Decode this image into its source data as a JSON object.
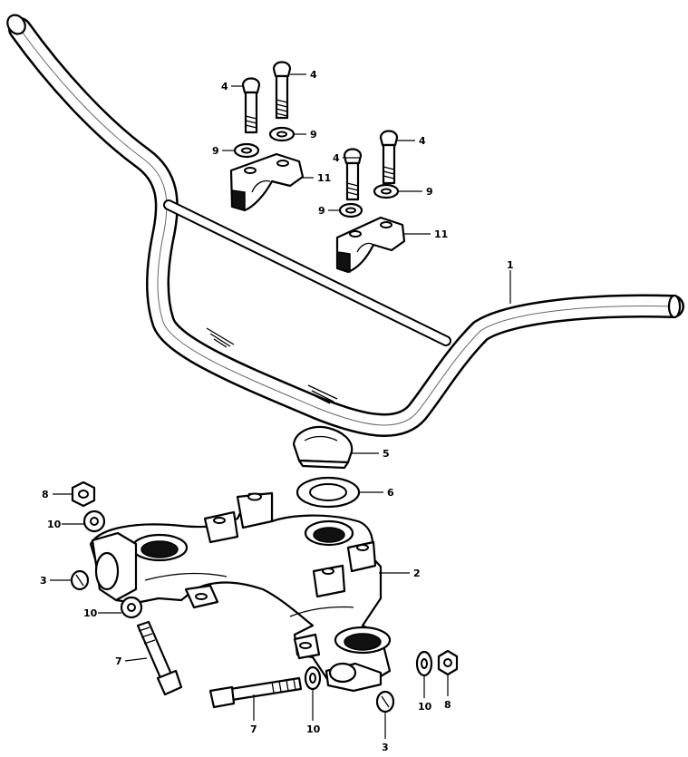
{
  "callouts": [
    {
      "id": "c1",
      "label": "1"
    },
    {
      "id": "c2",
      "label": "2"
    },
    {
      "id": "c3a",
      "label": "3"
    },
    {
      "id": "c3b",
      "label": "3"
    },
    {
      "id": "c4a",
      "label": "4"
    },
    {
      "id": "c4b",
      "label": "4"
    },
    {
      "id": "c4c",
      "label": "4"
    },
    {
      "id": "c4d",
      "label": "4"
    },
    {
      "id": "c5",
      "label": "5"
    },
    {
      "id": "c6",
      "label": "6"
    },
    {
      "id": "c7a",
      "label": "7"
    },
    {
      "id": "c7b",
      "label": "7"
    },
    {
      "id": "c8a",
      "label": "8"
    },
    {
      "id": "c8b",
      "label": "8"
    },
    {
      "id": "c9a",
      "label": "9"
    },
    {
      "id": "c9b",
      "label": "9"
    },
    {
      "id": "c9c",
      "label": "9"
    },
    {
      "id": "c9d",
      "label": "9"
    },
    {
      "id": "c10a",
      "label": "10"
    },
    {
      "id": "c10b",
      "label": "10"
    },
    {
      "id": "c10c",
      "label": "10"
    },
    {
      "id": "c10d",
      "label": "10"
    },
    {
      "id": "c11a",
      "label": "11"
    },
    {
      "id": "c11b",
      "label": "11"
    }
  ]
}
